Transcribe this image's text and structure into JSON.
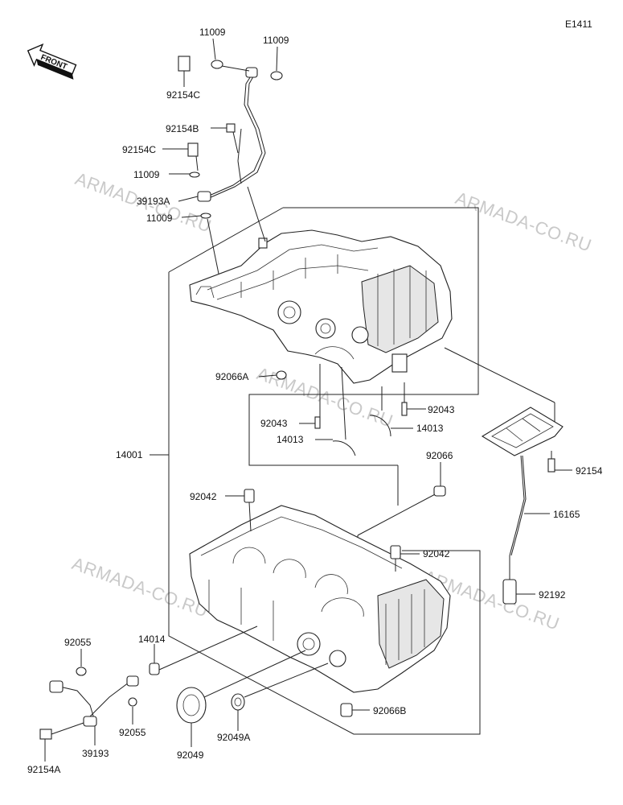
{
  "diagram_code": "E1411",
  "front_label": "FRONT",
  "watermark": "ARMADA-CO.RU",
  "labels": {
    "l11009_top": "11009",
    "l11009_right": "11009",
    "l92154C_top": "92154C",
    "l92154B": "92154B",
    "l92154C_mid": "92154C",
    "l11009_mid": "11009",
    "l39193A": "39193A",
    "l11009_low": "11009",
    "l92066A": "92066A",
    "l92043_right": "92043",
    "l92043_left": "92043",
    "l14013_right": "14013",
    "l14013_left": "14013",
    "l14001": "14001",
    "l92066": "92066",
    "l92042_left": "92042",
    "l92042_right": "92042",
    "l92154": "92154",
    "l16165": "16165",
    "l92192": "92192",
    "l92055_top": "92055",
    "l14014": "14014",
    "l92066B": "92066B",
    "l92055_bottom": "92055",
    "l39193": "39193",
    "l92049": "92049",
    "l92049A": "92049A",
    "l92154A": "92154A"
  }
}
